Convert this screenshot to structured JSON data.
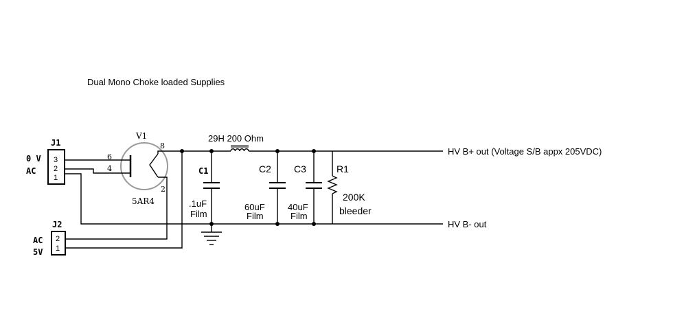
{
  "title": "Dual Mono Choke loaded Supplies",
  "j1": {
    "ref": "J1",
    "label_top": "0 V",
    "label_bottom": "AC",
    "pins": [
      "3",
      "2",
      "1"
    ]
  },
  "j2": {
    "ref": "J2",
    "label_top": "AC",
    "label_bottom": "5V",
    "pins": [
      "2",
      "1"
    ]
  },
  "v1": {
    "ref": "V1",
    "part": "5AR4",
    "pin_a": "6",
    "pin_b": "4",
    "pin_k": "8",
    "pin_h": "2"
  },
  "choke": {
    "label": "29H 200 Ohm"
  },
  "c1": {
    "ref": "C1",
    "value": ".1uF",
    "type": "Film"
  },
  "c2": {
    "ref": "C2",
    "value": "60uF",
    "type": "Film"
  },
  "c3": {
    "ref": "C3",
    "value": "40uF",
    "type": "Film"
  },
  "r1": {
    "ref": "R1",
    "value": "200K",
    "note": "bleeder"
  },
  "outputs": {
    "positive": "HV B+ out  (Voltage S/B appx 205VDC)",
    "negative": "HV B- out"
  },
  "colors": {
    "ink": "#000000",
    "tube_envelope": "#999999",
    "background": "#ffffff"
  }
}
